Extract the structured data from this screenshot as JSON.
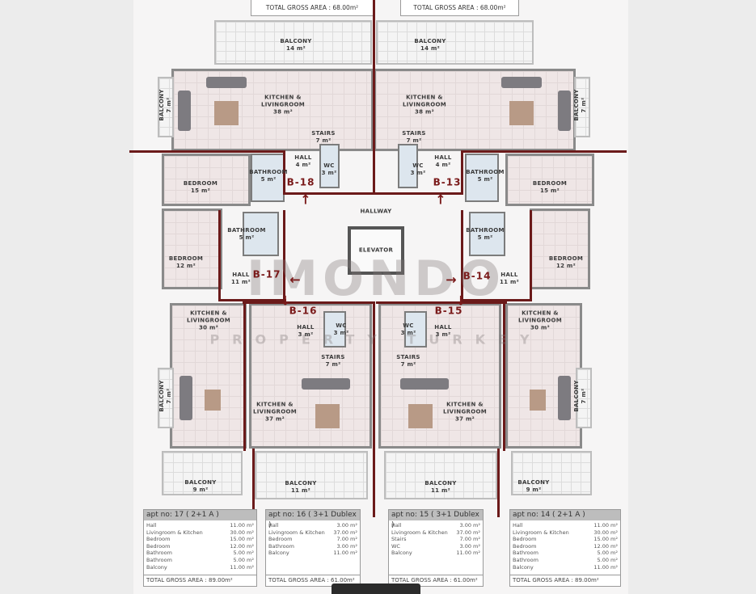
{
  "top_totals": [
    "TOTAL GROSS AREA : 68.00m²",
    "TOTAL GROSS AREA : 68.00m²"
  ],
  "labels": [
    {
      "title": "BALCONY",
      "area": "14 m²"
    },
    {
      "title": "BALCONY",
      "area": "14 m²"
    },
    {
      "title": "KITCHEN & LIVINGROOM",
      "area": "38 m²"
    },
    {
      "title": "KITCHEN & LIVINGROOM",
      "area": "38 m²"
    },
    {
      "title": "STAIRS",
      "area": "7 m²"
    },
    {
      "title": "STAIRS",
      "area": "7 m²"
    },
    {
      "title": "HALL",
      "area": "4 m²"
    },
    {
      "title": "WC",
      "area": "3 m²"
    },
    {
      "title": "WC",
      "area": "3 m²"
    },
    {
      "title": "HALL",
      "area": "4 m²"
    },
    {
      "title": "BEDROOM",
      "area": "15 m²"
    },
    {
      "title": "BATHROOM",
      "area": "5 m²"
    },
    {
      "title": "BATHROOM",
      "area": "5 m²"
    },
    {
      "title": "BEDROOM",
      "area": "15 m²"
    },
    {
      "title": "HALLWAY",
      "area": ""
    },
    {
      "title": "ELEVATOR",
      "area": ""
    },
    {
      "title": "BATHROOM",
      "area": "5 m²"
    },
    {
      "title": "BATHROOM",
      "area": "5 m²"
    },
    {
      "title": "BEDROOM",
      "area": "12 m²"
    },
    {
      "title": "BEDROOM",
      "area": "12 m²"
    },
    {
      "title": "HALL",
      "area": "11 m²"
    },
    {
      "title": "HALL",
      "area": "11 m²"
    },
    {
      "title": "KITCHEN & LIVINGROOM",
      "area": "30 m²"
    },
    {
      "title": "KITCHEN & LIVINGROOM",
      "area": "30 m²"
    },
    {
      "title": "HALL",
      "area": "3 m²"
    },
    {
      "title": "WC",
      "area": "3 m²"
    },
    {
      "title": "WC",
      "area": "3 m²"
    },
    {
      "title": "HALL",
      "area": "3 m²"
    },
    {
      "title": "STAIRS",
      "area": "7 m²"
    },
    {
      "title": "STAIRS",
      "area": "7 m²"
    },
    {
      "title": "KITCHEN & LIVINGROOM",
      "area": "37 m²"
    },
    {
      "title": "KITCHEN & LIVINGROOM",
      "area": "37 m²"
    },
    {
      "title": "BALCONY",
      "area": "9 m²"
    },
    {
      "title": "BALCONY",
      "area": "11 m²"
    },
    {
      "title": "BALCONY",
      "area": "11 m²"
    },
    {
      "title": "BALCONY",
      "area": "9 m²"
    },
    {
      "title": "BALCONY",
      "area": "7 m²"
    },
    {
      "title": "BALCONY",
      "area": "7 m²"
    },
    {
      "title": "BALCONY",
      "area": "7 m²"
    },
    {
      "title": "BALCONY",
      "area": "7 m²"
    }
  ],
  "units": [
    "B-18",
    "B-13",
    "B-17",
    "B-14",
    "B-16",
    "B-15"
  ],
  "watermark": {
    "brand": "IMONDO",
    "tagline": "PROPERTY TURKEY"
  },
  "wall_color": "#6b1a1a",
  "tables": [
    {
      "title": "apt no: 17 ( 2+1 A )",
      "rows": [
        {
          "label": "Hall",
          "value": "11.00 m²"
        },
        {
          "label": "Livingroom & Kitchen",
          "value": "30.00 m²"
        },
        {
          "label": "Bedroom",
          "value": "15.00 m²"
        },
        {
          "label": "Bedroom",
          "value": "12.00 m²"
        },
        {
          "label": "Bathroom",
          "value": "5.00 m²"
        },
        {
          "label": "Bathroom",
          "value": "5.00 m²"
        },
        {
          "label": "Balcony",
          "value": "11.00 m²"
        }
      ],
      "total": "TOTAL GROSS AREA : 89.00m²"
    },
    {
      "title": "apt no: 16 ( 3+1 Dublex )",
      "rows": [
        {
          "label": "Hall",
          "value": "3.00 m²"
        },
        {
          "label": "Livingroom & Kitchen",
          "value": "37.00 m²"
        },
        {
          "label": "Bedroom",
          "value": "7.00 m²"
        },
        {
          "label": "Bathroom",
          "value": "3.00 m²"
        },
        {
          "label": "Balcony",
          "value": "11.00 m²"
        }
      ],
      "total": "TOTAL GROSS AREA : 61.00m²"
    },
    {
      "title": "apt no: 15 ( 3+1 Dublex )",
      "rows": [
        {
          "label": "Hall",
          "value": "3.00 m²"
        },
        {
          "label": "Livingroom & Kitchen",
          "value": "37.00 m²"
        },
        {
          "label": "Stairs",
          "value": "7.00 m²"
        },
        {
          "label": "WC",
          "value": "3.00 m²"
        },
        {
          "label": "Balcony",
          "value": "11.00 m²"
        }
      ],
      "total": "TOTAL GROSS AREA : 61.00m²"
    },
    {
      "title": "apt no: 14 ( 2+1 A )",
      "rows": [
        {
          "label": "Hall",
          "value": "11.00 m²"
        },
        {
          "label": "Livingroom & Kitchen",
          "value": "30.00 m²"
        },
        {
          "label": "Bedroom",
          "value": "15.00 m²"
        },
        {
          "label": "Bedroom",
          "value": "12.00 m²"
        },
        {
          "label": "Bathroom",
          "value": "5.00 m²"
        },
        {
          "label": "Bathroom",
          "value": "5.00 m²"
        },
        {
          "label": "Balcony",
          "value": "11.00 m²"
        }
      ],
      "total": "TOTAL GROSS AREA : 89.00m²"
    }
  ]
}
